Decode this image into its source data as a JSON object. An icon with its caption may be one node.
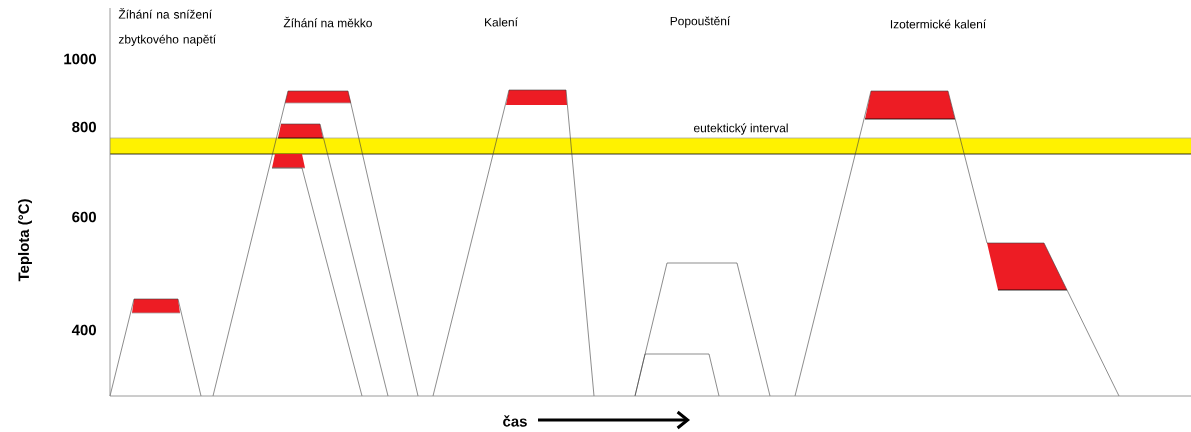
{
  "diagram": {
    "labels": [
      "Žíhání na snížení zbytkového napětí",
      "Žíhání na měkko",
      "Kalení",
      "Popouštění",
      "Izotermické kalení",
      "eutektický interval",
      "1000",
      "800",
      "600",
      "400",
      "Teplota (°C)",
      "čas"
    ]
  }
}
